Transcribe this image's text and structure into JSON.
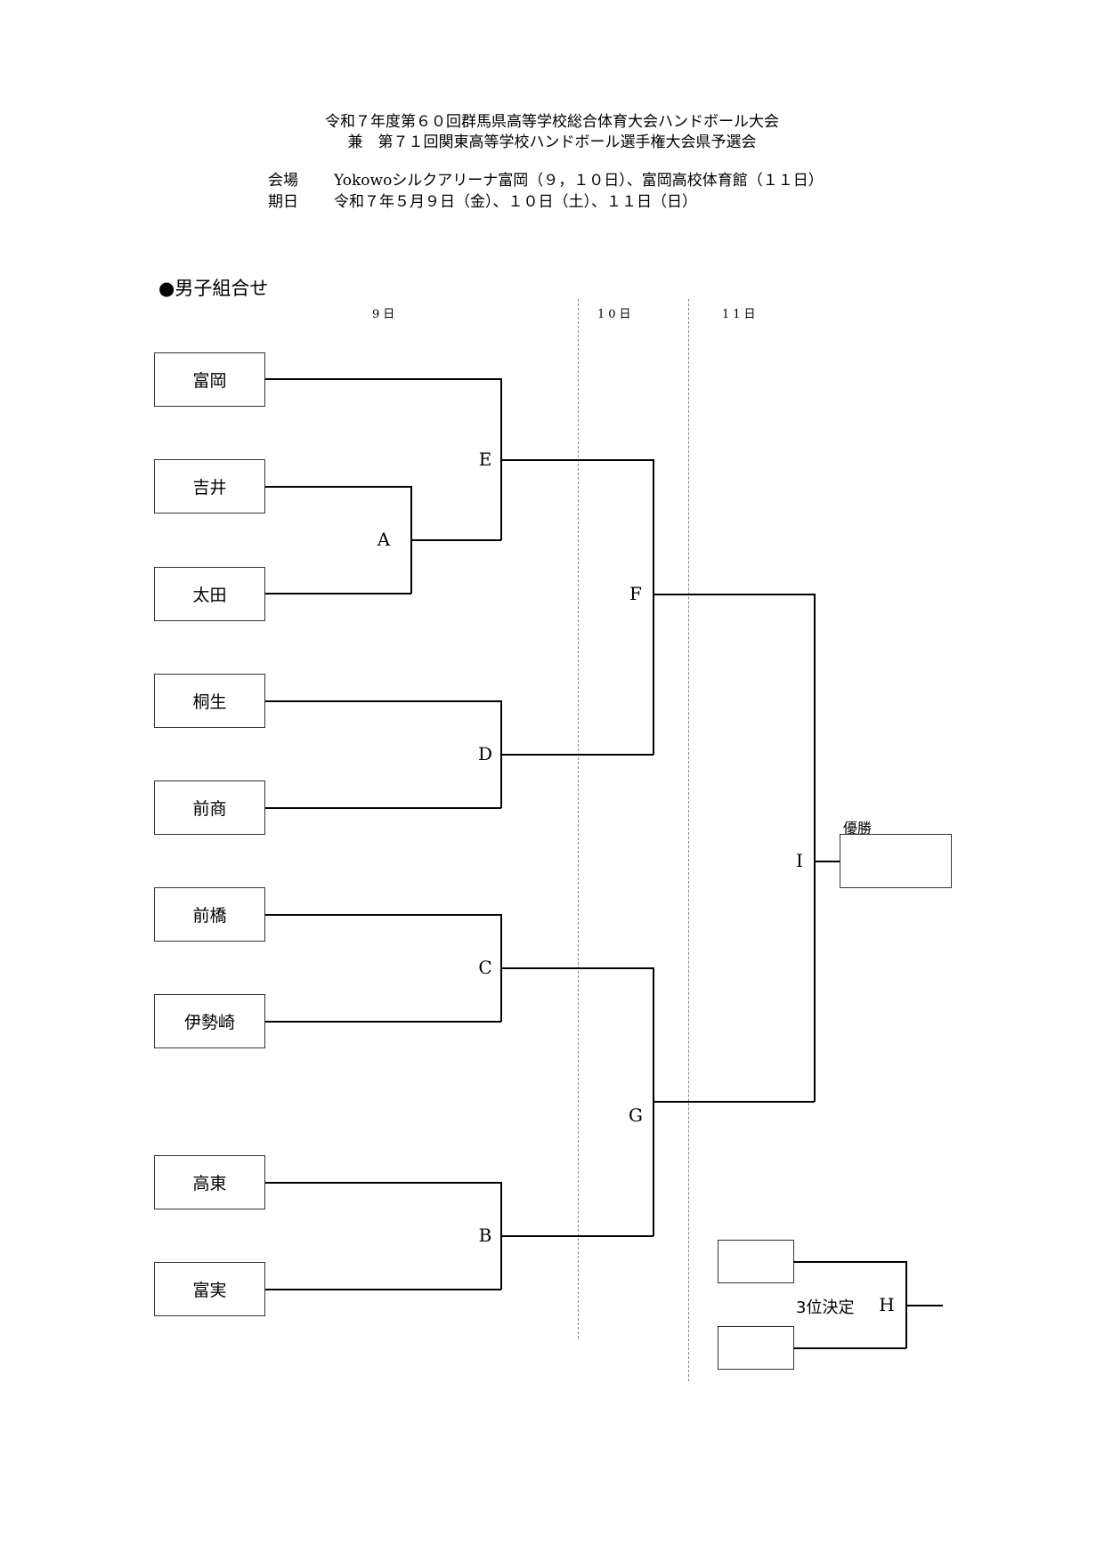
{
  "header": {
    "title_line1": "令和７年度第６０回群馬県高等学校総合体育大会ハンドボール大会",
    "title_line2": "兼　第７１回関東高等学校ハンドボール選手権大会県予選会",
    "venue_label": "会場",
    "venue_value": "Yokowoシルクアリーナ富岡（９，１０日）、富岡高校体育館（１１日）",
    "date_label": "期日",
    "date_value": "令和７年５月９日（金）、１０日（土）、１１日（日）"
  },
  "section_heading": "●男子組合せ",
  "days": [
    "9日",
    "10日",
    "11日"
  ],
  "teams": [
    "富岡",
    "吉井",
    "太田",
    "桐生",
    "前商",
    "前橋",
    "伊勢崎",
    "高東",
    "富実"
  ],
  "matches": {
    "A": "A",
    "B": "B",
    "C": "C",
    "D": "D",
    "E": "E",
    "F": "F",
    "G": "G",
    "I": "I",
    "H": "H"
  },
  "winner_label": "優勝",
  "third_place_label": "3位決定"
}
